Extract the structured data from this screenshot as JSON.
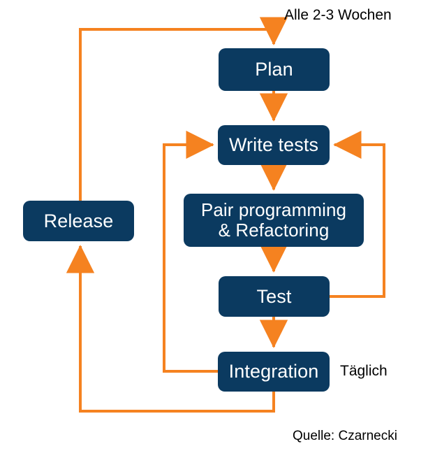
{
  "diagram": {
    "title": "Agile / XP feedback loop diagram",
    "colors": {
      "node_fill": "#0b3a60",
      "node_text": "#ffffff",
      "arrow": "#f58220",
      "caption_text": "#000000",
      "background": "#ffffff"
    },
    "nodes": [
      {
        "id": "plan",
        "label": "Plan"
      },
      {
        "id": "write-tests",
        "label": "Write tests"
      },
      {
        "id": "pair",
        "label": "Pair programming\n& Refactoring"
      },
      {
        "id": "test",
        "label": "Test"
      },
      {
        "id": "integration",
        "label": "Integration"
      },
      {
        "id": "release",
        "label": "Release"
      }
    ],
    "captions": [
      {
        "id": "cadence-top",
        "text": "Alle 2-3 Wochen"
      },
      {
        "id": "cadence-daily",
        "text": "Täglich"
      },
      {
        "id": "source",
        "text": "Quelle: Czarnecki"
      }
    ],
    "edges": [
      {
        "from": "release",
        "to": "plan",
        "label": ""
      },
      {
        "from": "plan",
        "to": "write-tests",
        "label": ""
      },
      {
        "from": "write-tests",
        "to": "pair",
        "label": ""
      },
      {
        "from": "pair",
        "to": "test",
        "label": ""
      },
      {
        "from": "test",
        "to": "integration",
        "label": ""
      },
      {
        "from": "test",
        "to": "write-tests",
        "label": ""
      },
      {
        "from": "integration",
        "to": "write-tests",
        "label": ""
      },
      {
        "from": "integration",
        "to": "release",
        "label": ""
      }
    ]
  }
}
